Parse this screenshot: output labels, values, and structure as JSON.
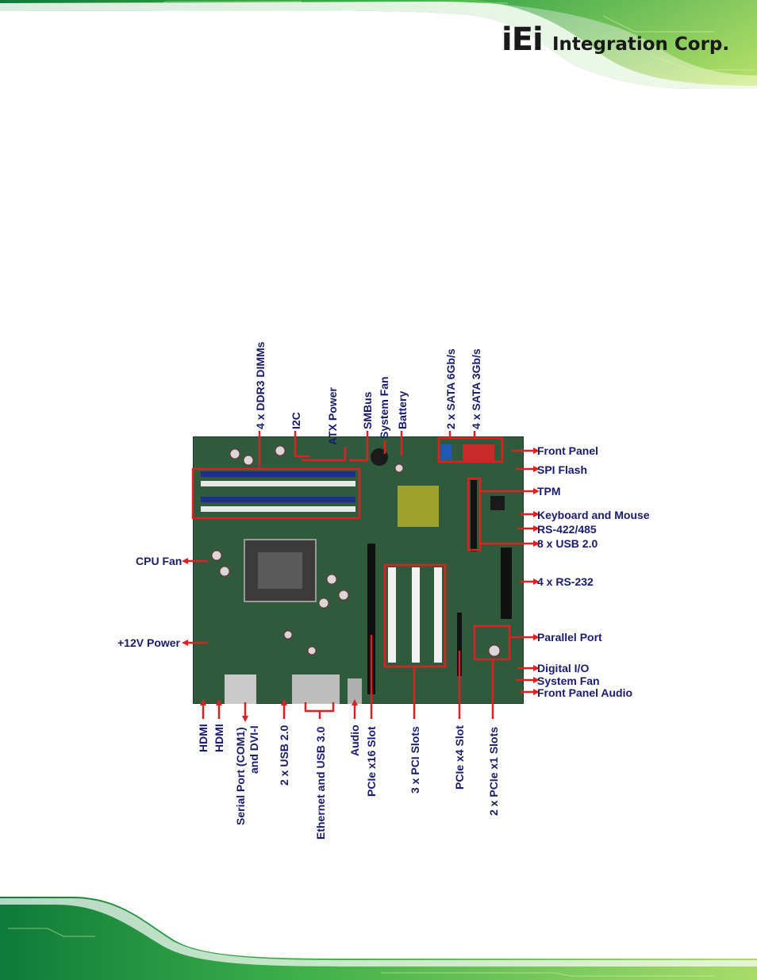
{
  "brand": {
    "logo_mark": "iEi",
    "logo_text": "Integration Corp.",
    "accent": "#3aa84a",
    "red": "#e02020",
    "label_color": "#1b1b6e"
  },
  "labels_right": [
    "Front Panel",
    "SPI Flash",
    "TPM",
    "Keyboard and Mouse",
    "RS-422/485",
    "8 x USB 2.0",
    "4 x RS-232",
    "Parallel Port",
    "Digital I/O",
    "System Fan",
    "Front Panel Audio"
  ],
  "labels_left": [
    "CPU Fan",
    "+12V Power"
  ],
  "labels_top": [
    "4 x DDR3 DIMMs",
    "I2C",
    "ATX Power",
    "SMBus",
    "System Fan",
    "Battery",
    "2 x SATA 6Gb/s",
    "4 x SATA 3Gb/s"
  ],
  "labels_bottom": [
    "HDMI",
    "HDMI",
    "Serial Port (COM1)",
    "and DVI-I",
    "2 x USB 2.0",
    "Ethernet and USB 3.0",
    "Audio",
    "PCIe x16 Slot",
    "3 x PCI Slots",
    "PCIe x4 Slot",
    "2 x PCIe x1 Slots"
  ]
}
